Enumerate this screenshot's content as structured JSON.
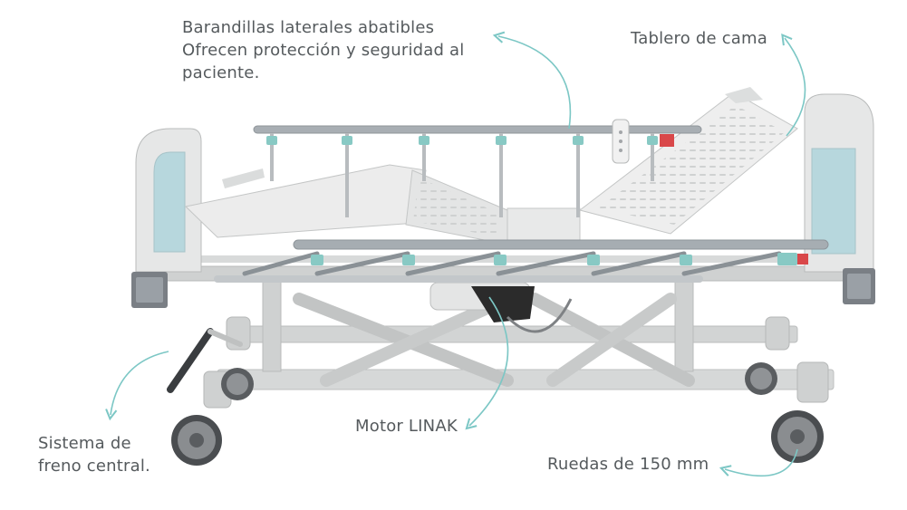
{
  "annotations": {
    "side_rails": {
      "line1": "Barandillas laterales abatibles",
      "line2": "Ofrecen protección y seguridad al",
      "line3": "paciente."
    },
    "headboard": {
      "text": "Tablero de cama"
    },
    "brake": {
      "line1": "Sistema de",
      "line2": "freno central."
    },
    "motor": {
      "text": "Motor LINAK"
    },
    "wheels": {
      "text": "Ruedas de 150 mm"
    }
  },
  "colors": {
    "label_text": "#555a5d",
    "arrow": "#7cc7c5",
    "frame_grey": "#c9cbcb",
    "panel_white": "#e9eaea",
    "accent_teal": "#88c9c4",
    "panel_blue": "#b7d7dd",
    "wheel_dark": "#3a3d40",
    "motor_black": "#2b2b2b"
  },
  "image": {
    "subject": "hospital-bed-icon"
  }
}
